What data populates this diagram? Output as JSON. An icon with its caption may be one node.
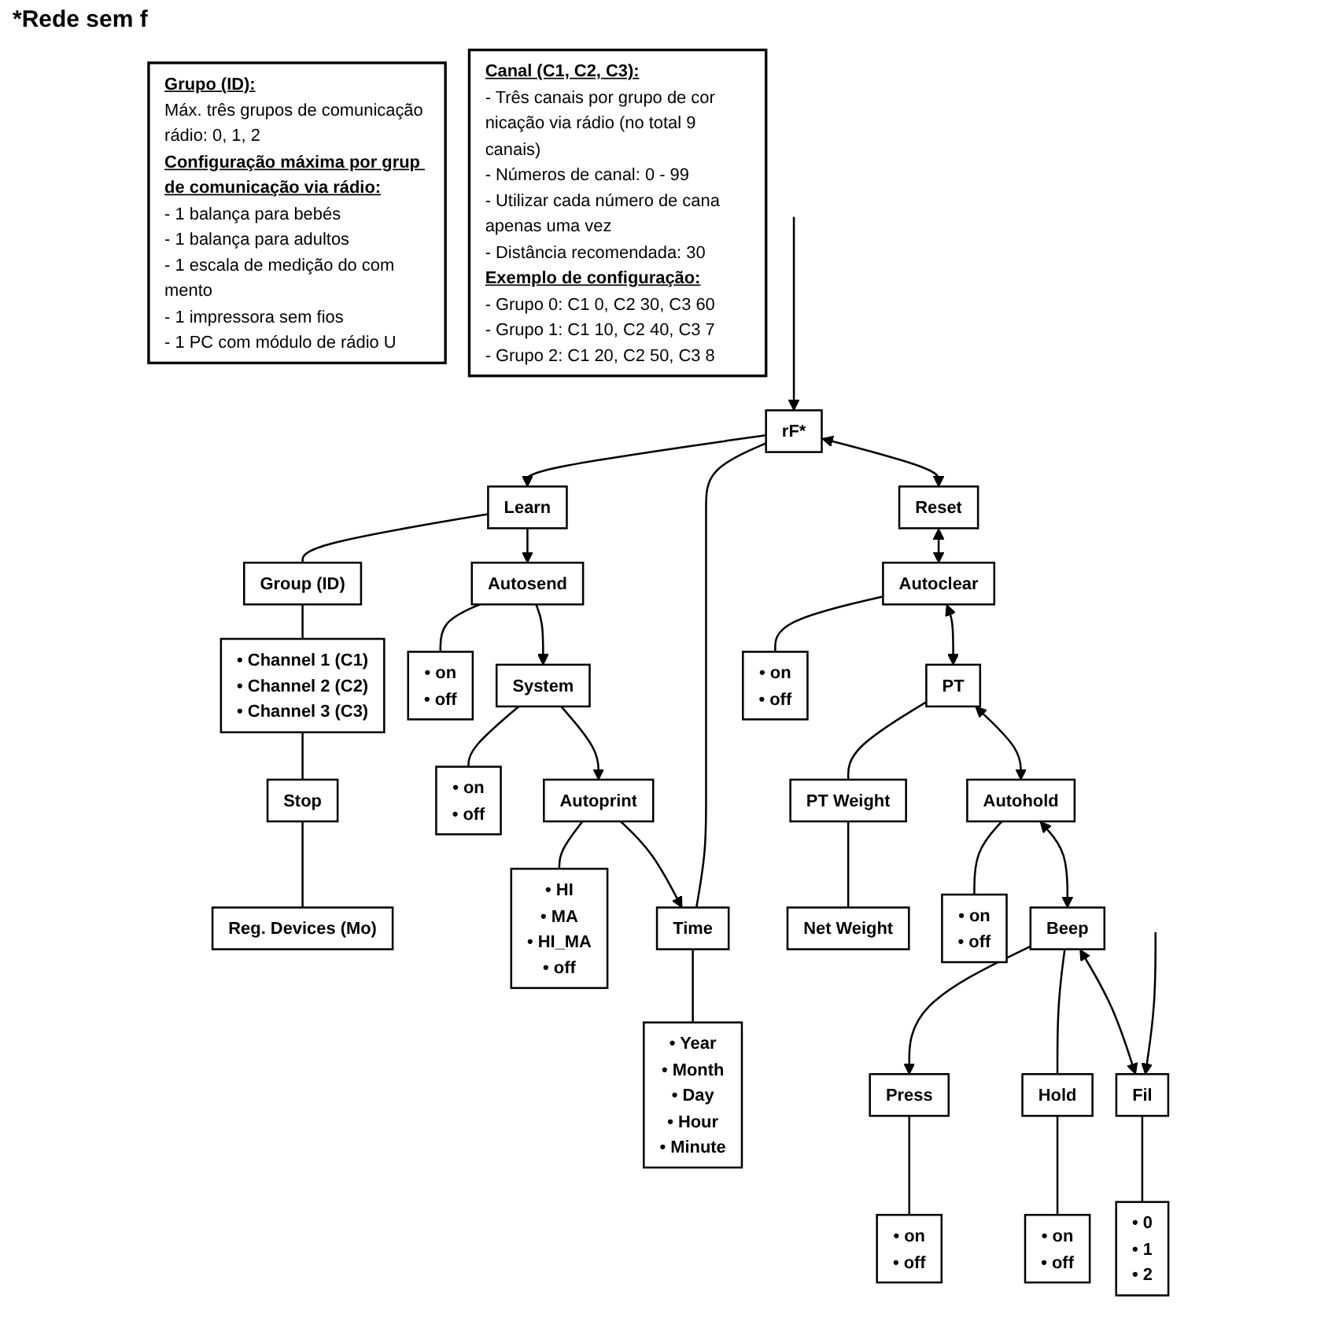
{
  "diagram": {
    "title": "*Rede sem f",
    "nodes": [
      {
        "text": [
          "rF*"
        ]
      },
      {
        "text": [
          "Learn"
        ]
      },
      {
        "text": [
          "Group (ID)"
        ]
      },
      {
        "text": [
          "• Channel 1 (C1)",
          "• Channel 2 (C2)",
          "• Channel 3 (C3)"
        ]
      },
      {
        "text": [
          "Stop"
        ]
      },
      {
        "text": [
          "Reg. Devices (Mo)"
        ]
      },
      {
        "text": [
          "Autosend"
        ]
      },
      {
        "text": [
          "• on",
          "• off"
        ]
      },
      {
        "text": [
          "System"
        ]
      },
      {
        "text": [
          "• on",
          "• off"
        ]
      },
      {
        "text": [
          "Autoprint"
        ]
      },
      {
        "text": [
          "• HI",
          "• MA",
          "• HI_MA",
          "• off"
        ]
      },
      {
        "text": [
          "Time"
        ]
      },
      {
        "text": [
          "• Year",
          "• Month",
          "• Day",
          "• Hour",
          "• Minute"
        ]
      },
      {
        "text": [
          "Reset"
        ]
      },
      {
        "text": [
          "Autoclear"
        ]
      },
      {
        "text": [
          "• on",
          "• off"
        ]
      },
      {
        "text": [
          "PT"
        ]
      },
      {
        "text": [
          "PT Weight"
        ]
      },
      {
        "text": [
          "Net Weight"
        ]
      },
      {
        "text": [
          "Autohold"
        ]
      },
      {
        "text": [
          "• on",
          "• off"
        ]
      },
      {
        "text": [
          "Beep"
        ]
      },
      {
        "text": [
          "Press"
        ]
      },
      {
        "text": [
          "• on",
          "• off"
        ]
      },
      {
        "text": [
          "Hold"
        ]
      },
      {
        "text": [
          "• on",
          "• off"
        ]
      },
      {
        "text": [
          "Fil"
        ]
      },
      {
        "text": [
          "• 0",
          "• 1",
          "• 2"
        ]
      },
      {
        "text": [
          "Grupo (ID):",
          "Máx. três grupos de comunicação rádio: 0, 1, 2",
          "Configuração máxima por grup de comunicação via rádio:",
          "- 1 balança para bebés",
          "- 1 balança para adultos",
          "- 1 escala de medição do com mento",
          "- 1 impressora sem fios",
          "- 1 PC com módulo de rádio U"
        ]
      },
      {
        "text": [
          "Canal (C1, C2, C3):",
          "- Três canais por grupo de cor nicação via rádio (no total 9 canais)",
          "- Números de canal: 0 - 99",
          "- Utilizar cada número de cana apenas uma vez",
          "- Distância recomendada: 30",
          "Exemplo de configuração:",
          "- Grupo 0: C1 0, C2 30, C3 60",
          "- Grupo 1: C1 10, C2 40, C3 7",
          "- Grupo 2: C1 20, C2 50, C3 8"
        ]
      }
    ],
    "edges": [
      {
        "from": null,
        "to": 0,
        "arrow": "to"
      },
      {
        "from": 0,
        "to": 1,
        "arrow": "to"
      },
      {
        "from": 0,
        "to": 12,
        "arrow": "none"
      },
      {
        "from": 1,
        "to": 2,
        "arrow": "none"
      },
      {
        "from": 2,
        "to": 3,
        "arrow": "none"
      },
      {
        "from": 3,
        "to": 4,
        "arrow": "none"
      },
      {
        "from": 4,
        "to": 5,
        "arrow": "none"
      },
      {
        "from": 1,
        "to": 6,
        "arrow": "to"
      },
      {
        "from": 6,
        "to": 7,
        "arrow": "none"
      },
      {
        "from": 6,
        "to": 8,
        "arrow": "to"
      },
      {
        "from": 8,
        "to": 9,
        "arrow": "none"
      },
      {
        "from": 8,
        "to": 10,
        "arrow": "to"
      },
      {
        "from": 10,
        "to": 11,
        "arrow": "none"
      },
      {
        "from": 10,
        "to": 12,
        "arrow": "to"
      },
      {
        "from": 12,
        "to": 13,
        "arrow": "none"
      },
      {
        "from": 0,
        "to": 14,
        "arrow": "both"
      },
      {
        "from": 14,
        "to": 15,
        "arrow": "both"
      },
      {
        "from": 15,
        "to": 16,
        "arrow": "none"
      },
      {
        "from": 15,
        "to": 17,
        "arrow": "both"
      },
      {
        "from": 17,
        "to": 18,
        "arrow": "none"
      },
      {
        "from": 18,
        "to": 19,
        "arrow": "none"
      },
      {
        "from": 17,
        "to": 20,
        "arrow": "both"
      },
      {
        "from": 20,
        "to": 21,
        "arrow": "none"
      },
      {
        "from": 20,
        "to": 22,
        "arrow": "both"
      },
      {
        "from": 22,
        "to": 23,
        "arrow": "to"
      },
      {
        "from": 22,
        "to": 25,
        "arrow": "none"
      },
      {
        "from": 23,
        "to": 24,
        "arrow": "none"
      },
      {
        "from": 25,
        "to": 26,
        "arrow": "none"
      },
      {
        "from": 22,
        "to": 27,
        "arrow": "both"
      },
      {
        "from": 27,
        "to": 28,
        "arrow": "none"
      },
      {
        "from": null,
        "to": 27,
        "arrow": "to"
      }
    ]
  }
}
